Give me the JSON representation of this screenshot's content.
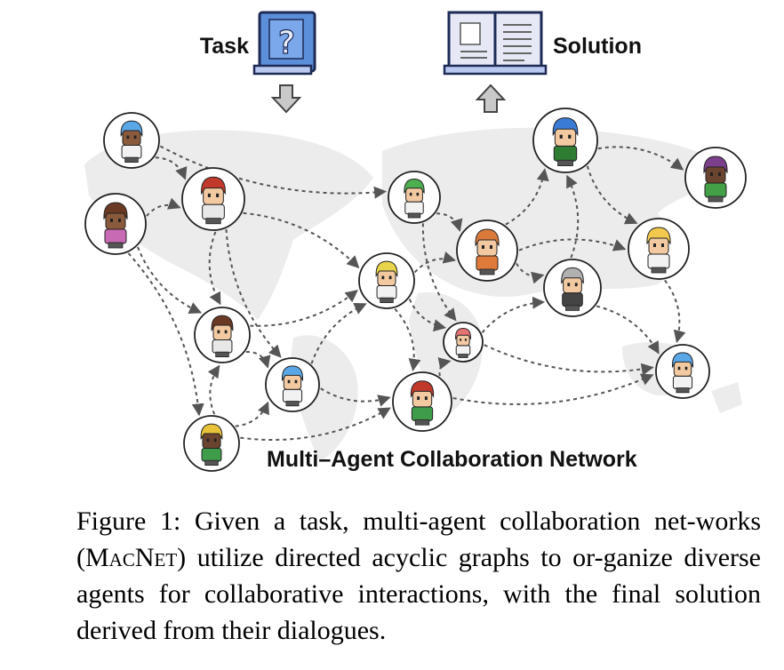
{
  "diagram": {
    "task_label": "Task",
    "solution_label": "Solution",
    "network_label": "Multi–Agent Collaboration Network",
    "task_icon": "question-book-icon",
    "solution_icon": "open-book-icon",
    "arrow_down_icon": "arrow-down-icon",
    "arrow_up_icon": "arrow-up-icon",
    "node_border_color": "#222222",
    "edge_color": "#555555",
    "map_color": "#ececec"
  },
  "caption": {
    "prefix": "Figure 1: Given a task, multi-agent collaboration net-works (",
    "name": "MacNet",
    "suffix": ") utilize directed acyclic graphs to or-ganize diverse agents for collaborative interactions, with the final solution derived from their dialogues."
  },
  "agents": [
    {
      "id": "a1",
      "hair": "#5aa7e8",
      "skin": "#8a5a3c",
      "shirt": "#f2f2f2"
    },
    {
      "id": "a2",
      "hair": "#6b3a24",
      "skin": "#8a5a3c",
      "shirt": "#c96bb4"
    },
    {
      "id": "a3",
      "hair": "#c0392b",
      "skin": "#f2c9a0",
      "shirt": "#e8e8e8"
    },
    {
      "id": "a4",
      "hair": "#6b3a24",
      "skin": "#f2c9a0",
      "shirt": "#e8e8e8"
    },
    {
      "id": "a5",
      "hair": "#5aa7e8",
      "skin": "#f2c9a0",
      "shirt": "#f2f2f2"
    },
    {
      "id": "a6",
      "hair": "#e8c33a",
      "skin": "#6b4430",
      "shirt": "#3f9c4a"
    },
    {
      "id": "a7",
      "hair": "#4caf50",
      "skin": "#f2c9a0",
      "shirt": "#f2f2f2"
    },
    {
      "id": "a8",
      "hair": "#e8d44a",
      "skin": "#f2c9a0",
      "shirt": "#f2f2f2"
    },
    {
      "id": "a9",
      "hair": "#d97a3a",
      "skin": "#f2c9a0",
      "shirt": "#e07a3a"
    },
    {
      "id": "a10",
      "hair": "#e57373",
      "skin": "#f2c9a0",
      "shirt": "#f2f2f2"
    },
    {
      "id": "a11",
      "hair": "#c0392b",
      "skin": "#f2c9a0",
      "shirt": "#3f9c4a"
    },
    {
      "id": "a12",
      "hair": "#3a7bd5",
      "skin": "#f2c9a0",
      "shirt": "#2e7d32"
    },
    {
      "id": "a13",
      "hair": "#b0b0b0",
      "skin": "#f2c9a0",
      "shirt": "#444444"
    },
    {
      "id": "a14",
      "hair": "#7b3f8c",
      "skin": "#6b4430",
      "shirt": "#43a047"
    },
    {
      "id": "a15",
      "hair": "#f2c94c",
      "skin": "#f2c9a0",
      "shirt": "#f2f2f2"
    },
    {
      "id": "a16",
      "hair": "#5aa7e8",
      "skin": "#f2c9a0",
      "shirt": "#f2f2f2"
    }
  ],
  "edges": [
    [
      "a1",
      "a3"
    ],
    [
      "a1",
      "a7"
    ],
    [
      "a2",
      "a3"
    ],
    [
      "a2",
      "a4"
    ],
    [
      "a2",
      "a6"
    ],
    [
      "a3",
      "a4"
    ],
    [
      "a3",
      "a8"
    ],
    [
      "a3",
      "a5"
    ],
    [
      "a4",
      "a5"
    ],
    [
      "a4",
      "a8"
    ],
    [
      "a5",
      "a8"
    ],
    [
      "a5",
      "a11"
    ],
    [
      "a6",
      "a4"
    ],
    [
      "a6",
      "a5"
    ],
    [
      "a7",
      "a9"
    ],
    [
      "a7",
      "a10"
    ],
    [
      "a8",
      "a9"
    ],
    [
      "a8",
      "a10"
    ],
    [
      "a8",
      "a11"
    ],
    [
      "a9",
      "a12"
    ],
    [
      "a9",
      "a15"
    ],
    [
      "a9",
      "a13"
    ],
    [
      "a10",
      "a13"
    ],
    [
      "a10",
      "a16"
    ],
    [
      "a11",
      "a10"
    ],
    [
      "a11",
      "a16"
    ],
    [
      "a12",
      "a14"
    ],
    [
      "a12",
      "a15"
    ],
    [
      "a13",
      "a16"
    ],
    [
      "a13",
      "a12"
    ],
    [
      "a15",
      "a16"
    ],
    [
      "a6",
      "a11"
    ]
  ]
}
